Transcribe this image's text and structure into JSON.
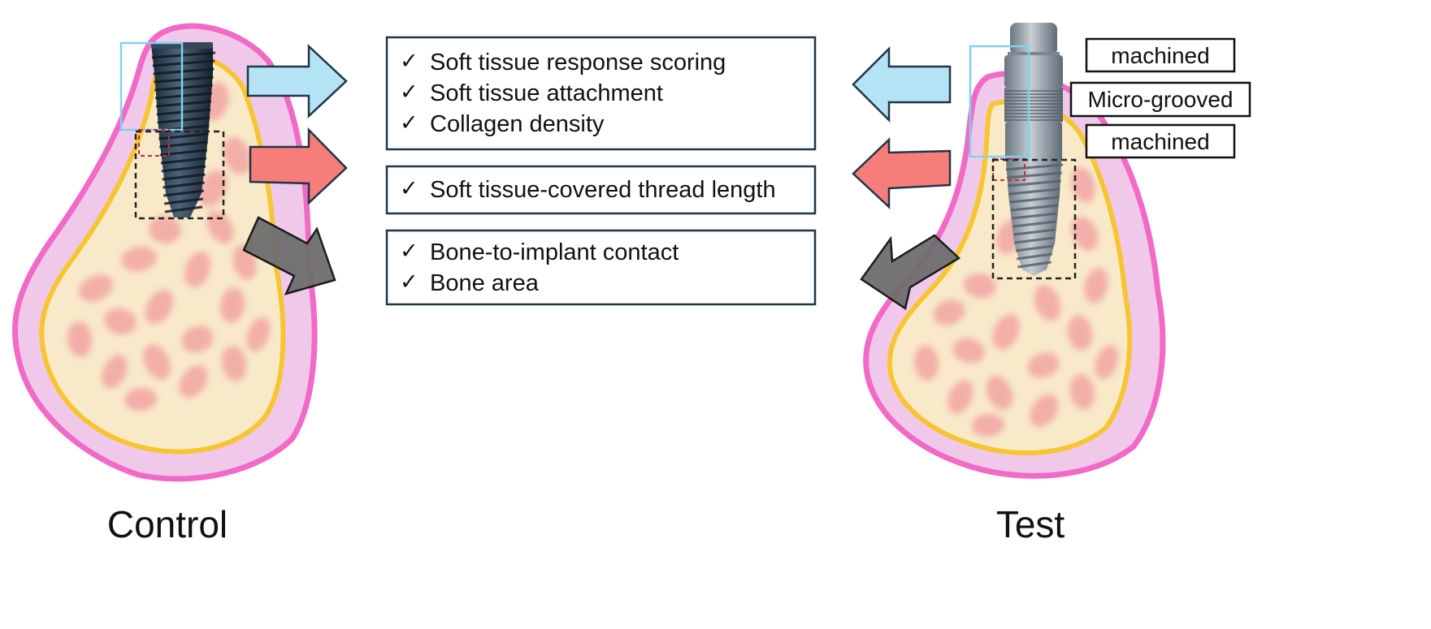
{
  "criteria_groups": [
    {
      "items": [
        "Soft tissue response scoring",
        "Soft tissue attachment",
        "Collagen density"
      ]
    },
    {
      "items": [
        "Soft tissue-covered thread length"
      ]
    },
    {
      "items": [
        "Bone-to-implant contact",
        "Bone area"
      ]
    }
  ],
  "check_symbol": "✓",
  "implant_zones": [
    "machined",
    "Micro-grooved",
    "machined"
  ],
  "labels": {
    "control": "Control",
    "test": "Test"
  },
  "colors": {
    "gum_outer": "#f06ac6",
    "gum_fill": "#f0c9ea",
    "bone_border": "#f7c531",
    "bone_fill": "#f8e9c9",
    "marrow": "#f2a4a3",
    "soft_tissue_arrow": "#b3e3f5",
    "thread_arrow": "#f77d7b",
    "bone_arrow": "#6e6e6e",
    "soft_tissue_box": "#7fd1ef",
    "junction_box": "#d9252f",
    "bone_box": "#222222"
  }
}
